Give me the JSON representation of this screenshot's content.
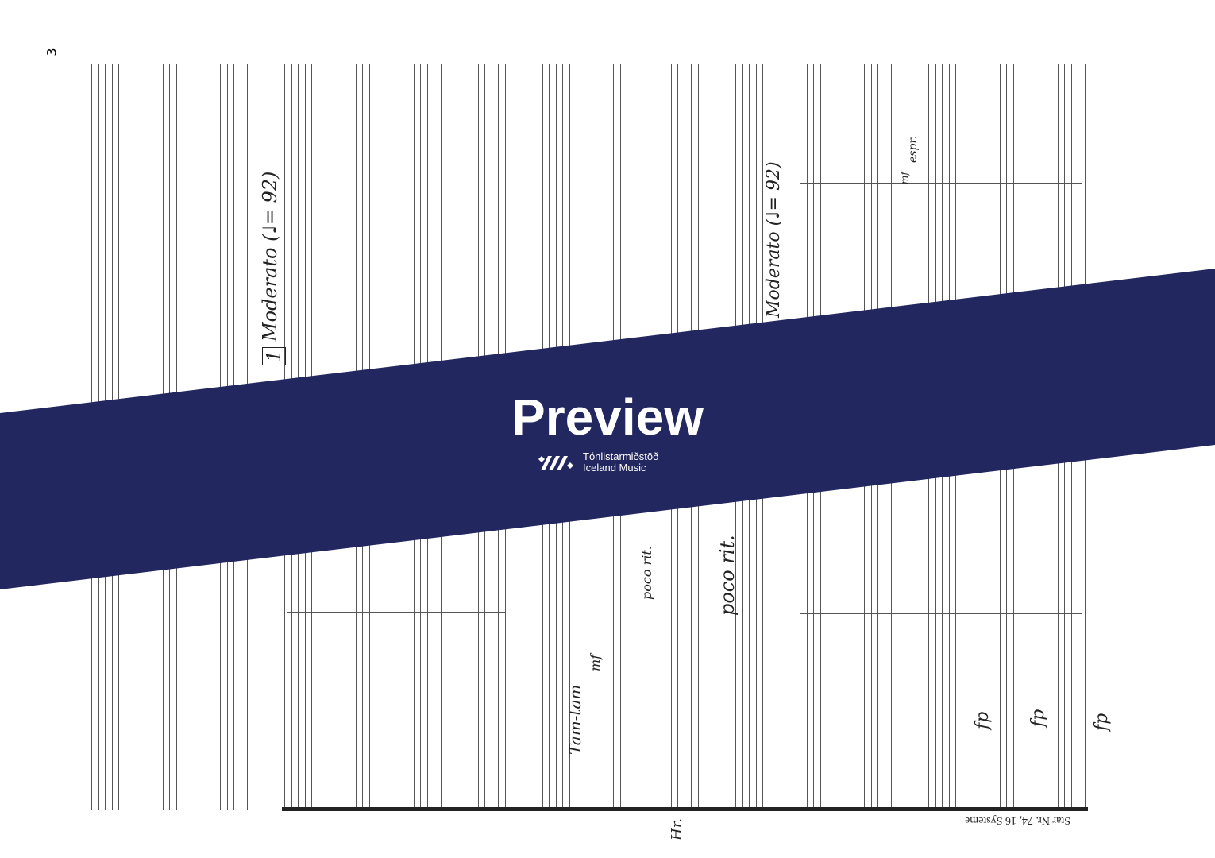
{
  "page": {
    "page_number": "3",
    "rehearsal_mark": "1",
    "tempo_markings": [
      "Moderato (♩= 92)",
      "Moderato (♩= 92)"
    ],
    "expressions": [
      "poco rit.",
      "poco rit."
    ],
    "instruments": [
      "Tam-tam",
      "Hr."
    ],
    "dynamics": [
      "mf",
      "mf",
      "fp",
      "fp",
      "fp"
    ],
    "espressivo": "espr.",
    "paper_footer": "Star Nr. 74, 16 Systeme"
  },
  "banner": {
    "title": "Preview",
    "brand_line1": "Tónlistarmiðstöð",
    "brand_line2": "Iceland Music",
    "color": "#232760"
  }
}
